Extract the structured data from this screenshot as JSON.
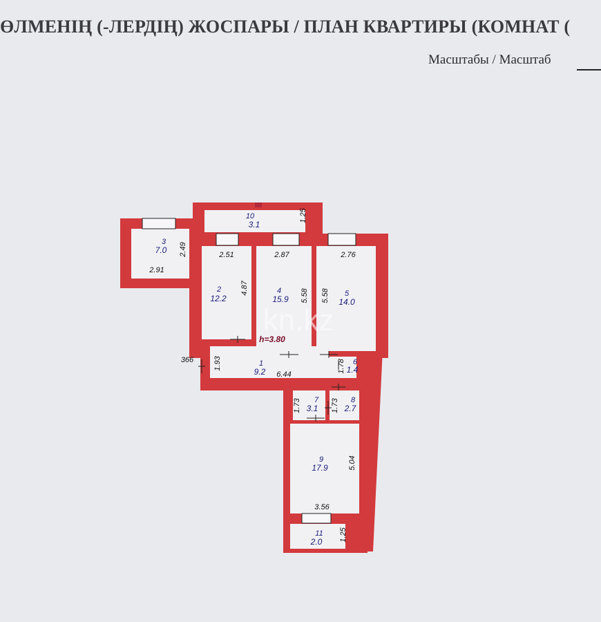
{
  "header": {
    "title": "ӨЛМЕНІҢ (-ЛЕРДІҢ) ЖОСПАРЫ / ПЛАН КВАРТИРЫ (КОМНАТ (",
    "scale_label": "Масштабы / Масштаб"
  },
  "plan": {
    "height_label": "h=3.80",
    "watermark": "kn.kz",
    "rooms": {
      "r1": {
        "number": "1",
        "area": "9.2"
      },
      "r2": {
        "number": "2",
        "area": "12.2"
      },
      "r3": {
        "number": "3",
        "area": "7.0"
      },
      "r4": {
        "number": "4",
        "area": "15.9"
      },
      "r5": {
        "number": "5",
        "area": "14.0"
      },
      "r6": {
        "number": "6",
        "area": "1.4"
      },
      "r7": {
        "number": "7",
        "area": "3.1"
      },
      "r8": {
        "number": "8",
        "area": "2.7"
      },
      "r9": {
        "number": "9",
        "area": "17.9"
      },
      "r10": {
        "number": "10",
        "area": "3.1"
      },
      "r11": {
        "number": "11",
        "area": "2.0"
      }
    },
    "dims": {
      "d125a": "1.25",
      "d249": "2.49",
      "d291": "2.91",
      "d251": "2.51",
      "d287": "2.87",
      "d276": "2.76",
      "d487": "4.87",
      "d558a": "5.58",
      "d558b": "5.58",
      "d366": "366",
      "d193": "1.93",
      "d644": "6.44",
      "d178": "1.78",
      "d173a": "1.73",
      "d173b": "1.73",
      "d504": "5.04",
      "d356": "3.56",
      "d125b": "1.25"
    }
  },
  "colors": {
    "wall": "#d23a3d",
    "paper": "#e9eaee",
    "room_fill": "#f1f1f4"
  }
}
